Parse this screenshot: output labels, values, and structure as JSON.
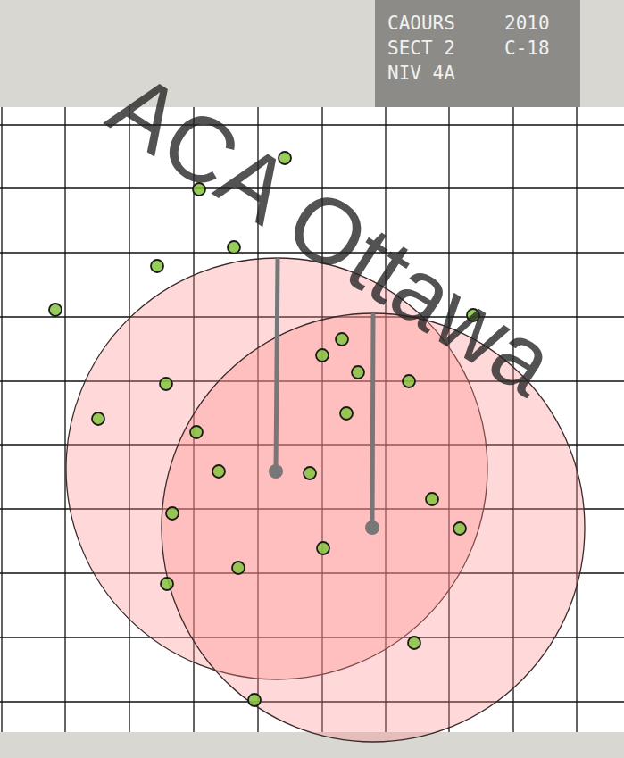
{
  "diagram": {
    "labels": [
      "CAOURS",
      "2010",
      "SECT 2",
      "C-18",
      "NIV 4A",
      "ACA Ottawa"
    ]
  }
}
